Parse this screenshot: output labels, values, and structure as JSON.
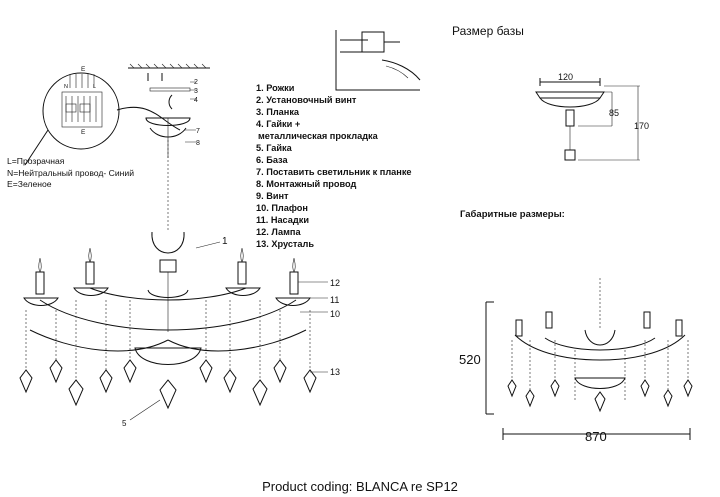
{
  "base_size_title": "Размер базы",
  "overall_size_title": "Габаритные размеры:",
  "parts": [
    "1. Рожки",
    "2. Установочный винт",
    "3. Планка",
    "4. Гайки +",
    "металлическая прокладка",
    "5. Гайка",
    "6. База",
    "7. Поставить светильник к планке",
    "8. Монтажный провод",
    "9. Винт",
    "10. Плафон",
    "11. Насадки",
    "12. Лампа",
    "13. Хрусталь"
  ],
  "wire_legend": [
    "L=Прозрачная",
    "N=Нейтральный провод- Синий",
    "E=Зеленое"
  ],
  "callouts": {
    "c1": "1",
    "c2": "2",
    "c3": "3",
    "c4": "4",
    "c5": "5",
    "c7": "7",
    "c8": "8",
    "c10": "10",
    "c11": "11",
    "c12": "12",
    "c13": "13",
    "terminal_e": "E",
    "terminal_n": "N",
    "terminal_l": "L"
  },
  "base_dims": {
    "width": "120",
    "height_inner": "85",
    "height_total": "170"
  },
  "overall_dims": {
    "height": "520",
    "width": "870"
  },
  "footer": "Product coding: BLANCA re SP12"
}
